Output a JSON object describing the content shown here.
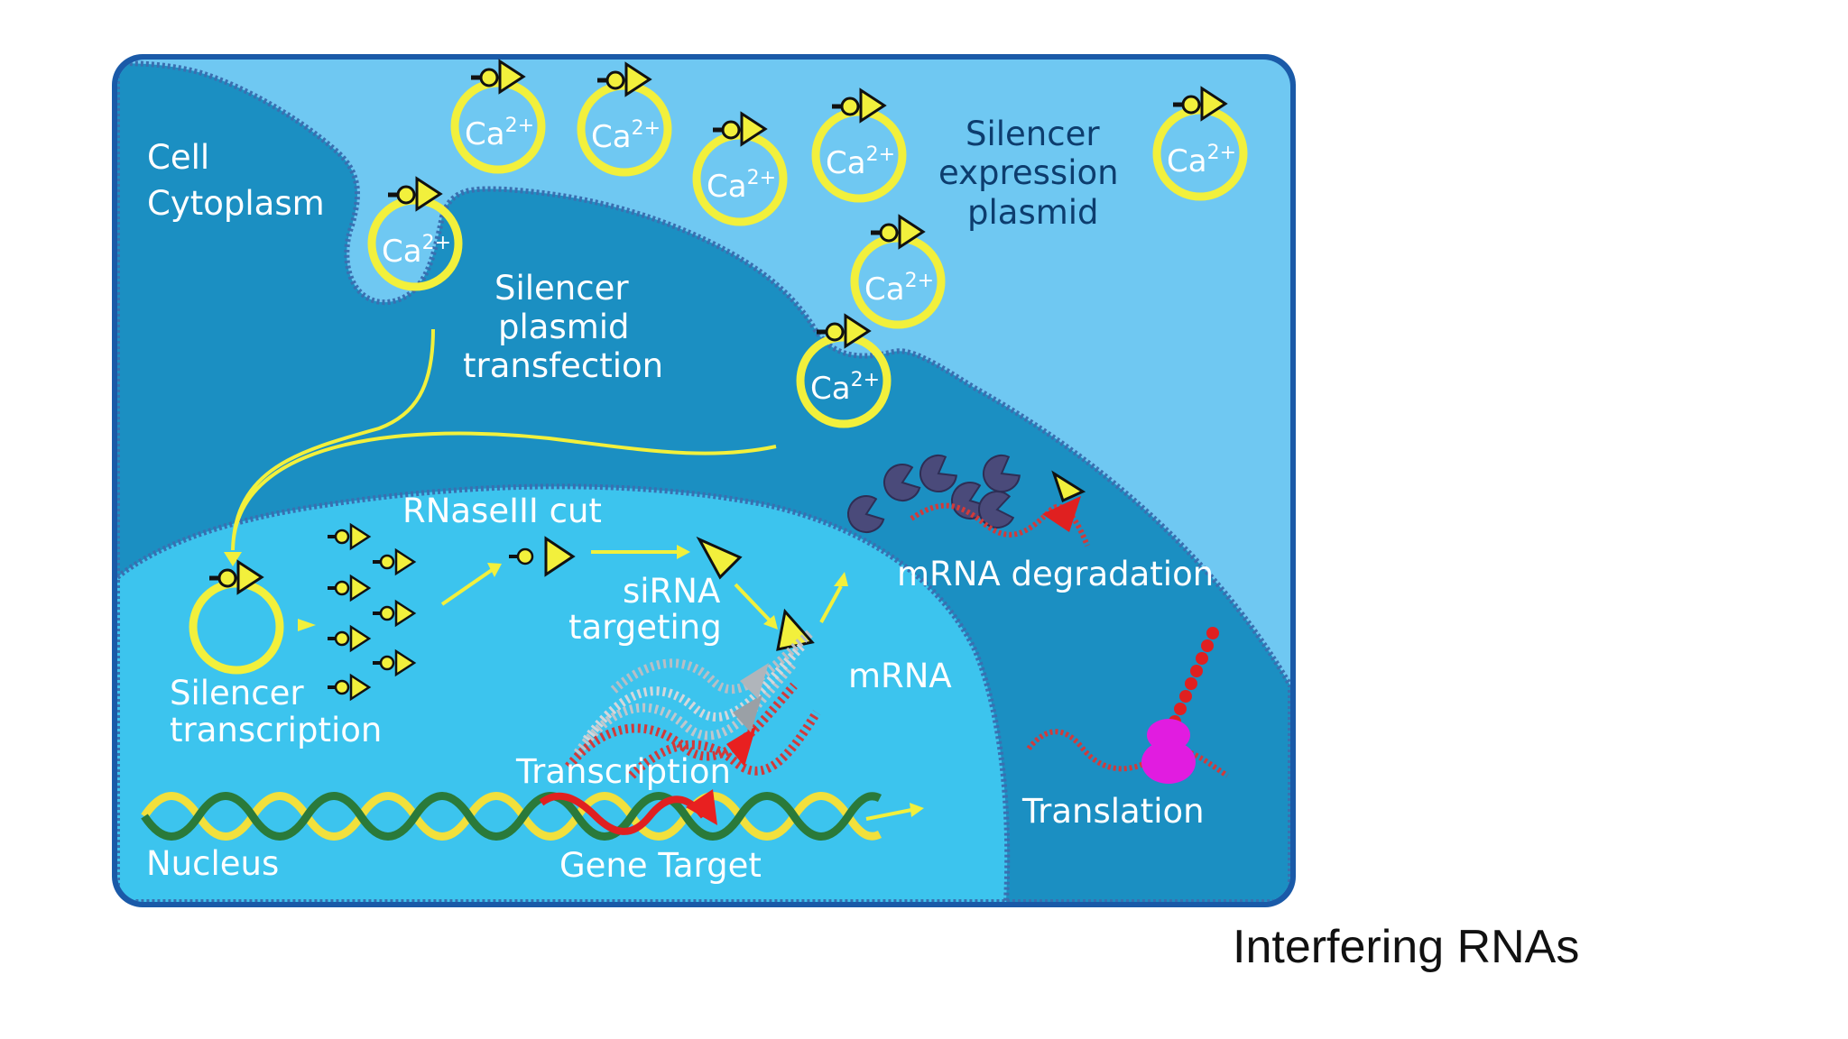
{
  "caption": "Interfering RNAs",
  "labels": {
    "cell_cytoplasm_1": "Cell",
    "cell_cytoplasm_2": "Cytoplasm",
    "silencer_expression_1": "Silencer",
    "silencer_expression_2": "expression",
    "silencer_expression_3": "plasmid",
    "silencer_transfection_1": "Silencer",
    "silencer_transfection_2": "plasmid",
    "silencer_transfection_3": "transfection",
    "rnaseiii": "RNaseIII cut",
    "sirna_1": "siRNA",
    "sirna_2": "targeting",
    "mrna_degradation": "mRNA degradation",
    "mrna": "mRNA",
    "silencer_transcription_1": "Silencer",
    "silencer_transcription_2": "transcription",
    "transcription": "Transcription",
    "translation": "Translation",
    "nucleus": "Nucleus",
    "gene_target": "Gene Target"
  },
  "plasmid_label": "Ca",
  "plasmid_charge": "2+",
  "colors": {
    "outer_frame": "#1a5aa8",
    "extracellular": "#6fc8f2",
    "cytoplasm": "#1b8fc2",
    "nucleus": "#3cc4ee",
    "plasmid_ring": "#f2f03c",
    "arrow": "#f2f03c",
    "mrna": "#d23a3a",
    "ribosome": "#e11ce0",
    "rnase": "#4a4a7a"
  }
}
